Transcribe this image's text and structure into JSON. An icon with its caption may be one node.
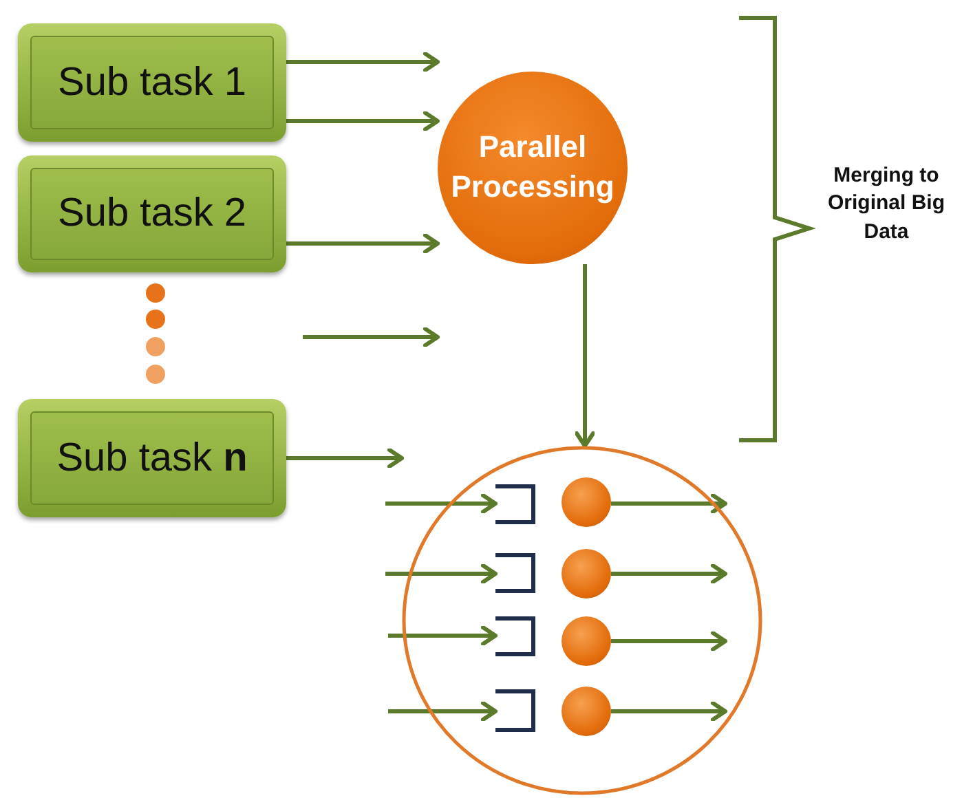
{
  "diagram": {
    "nodes": [
      {
        "text": [
          "Sub task 1"
        ]
      },
      {
        "text": [
          "Sub task 2"
        ]
      },
      {
        "text": [
          "Sub task **n**"
        ]
      },
      {
        "text": [
          "Parallel Processing"
        ]
      },
      {
        "text": [],
        "shape": "circle"
      },
      {
        "text": [],
        "shape": "box",
        "in": 4
      },
      {
        "text": [],
        "shape": "box",
        "in": 4
      },
      {
        "text": [],
        "shape": "box",
        "in": 4
      },
      {
        "text": [],
        "shape": "box",
        "in": 4
      },
      {
        "text": [],
        "shape": "circle",
        "in": 4
      },
      {
        "text": [],
        "shape": "circle",
        "in": 4
      },
      {
        "text": [],
        "shape": "circle",
        "in": 4
      },
      {
        "text": [],
        "shape": "circle",
        "in": 4
      }
    ],
    "edges": [
      {
        "from": 0,
        "to": 3,
        "arrow": "to"
      },
      {
        "from": 0,
        "to": 3,
        "arrow": "to"
      },
      {
        "from": 1,
        "to": 3,
        "arrow": "to"
      },
      {
        "from": 2,
        "to": 4,
        "arrow": "to"
      },
      {
        "from": 3,
        "to": 4,
        "arrow": "to"
      },
      {
        "from": null,
        "to": 5,
        "arrow": "to"
      },
      {
        "from": null,
        "to": 6,
        "arrow": "to"
      },
      {
        "from": null,
        "to": 7,
        "arrow": "to"
      },
      {
        "from": null,
        "to": 8,
        "arrow": "to"
      },
      {
        "from": 9,
        "to": null,
        "arrow": "to"
      },
      {
        "from": 10,
        "to": null,
        "arrow": "to"
      },
      {
        "from": 11,
        "to": null,
        "arrow": "to"
      },
      {
        "from": 12,
        "to": null,
        "arrow": "to"
      }
    ],
    "labels": [
      "Merging to Original Big Data"
    ]
  }
}
